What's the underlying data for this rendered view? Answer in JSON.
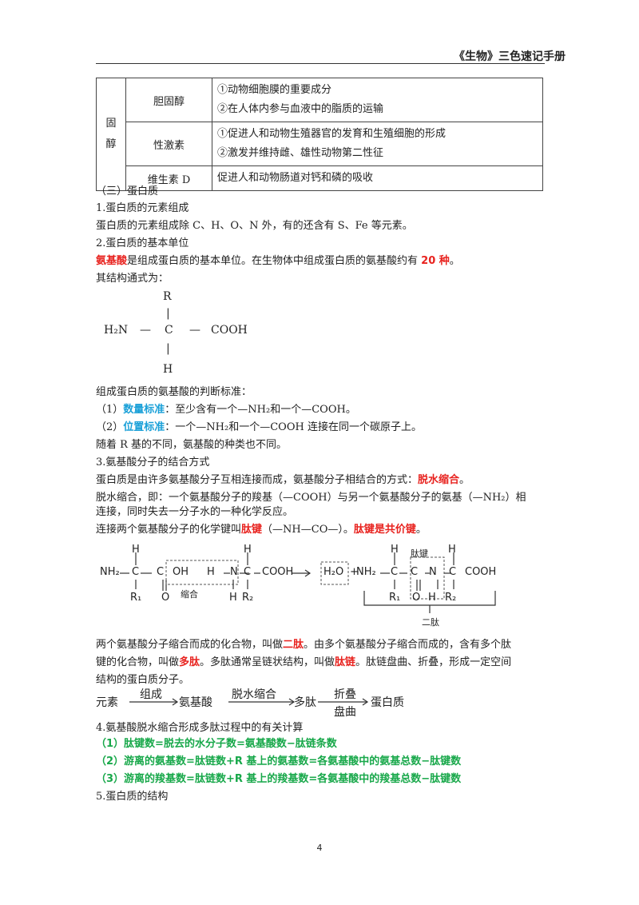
{
  "header": {
    "title": "《生物》三色速记手册"
  },
  "table": {
    "category": "固醇",
    "rows": [
      {
        "name": "胆固醇",
        "desc": [
          "①动物细胞膜的重要成分",
          "②在人体内参与血液中的脂质的运输"
        ]
      },
      {
        "name": "性激素",
        "desc": [
          "①促进人和动物生殖器官的发育和生殖细胞的形成",
          "②激发并维持雌、雄性动物第二性征"
        ]
      },
      {
        "name": "维生素 D",
        "desc": [
          "促进人和动物肠道对钙和磷的吸收"
        ]
      }
    ]
  },
  "text": {
    "s3": "（三）蛋白质",
    "h1": "1.蛋白质的元素组成",
    "p1": "蛋白质的元素组成除 C、H、O、N 外，有的还含有 S、Fe 等元素。",
    "h2": "2.蛋白质的基本单位",
    "p2a": "氨基酸",
    "p2b": "是组成蛋白质的基本单位。在生物体中组成蛋白质的氨基酸约有 ",
    "p2c": "20 种",
    "p2d": "。",
    "p3": "其结构通式为：",
    "p4": "组成蛋白质的氨基酸的判断标准：",
    "c1a": "（1）",
    "c1b": "数量标准",
    "c1c": "：至少含有一个—NH₂和一个—COOH。",
    "c2a": "（2）",
    "c2b": "位置标准",
    "c2c": "：一个—NH₂和一个—COOH 连接在同一个碳原子上。",
    "p5": "随着 R 基的不同，氨基酸的种类也不同。",
    "h3": "3.氨基酸分子的结合方式",
    "p6a": "蛋白质是由许多氨基酸分子互相连接而成，氨基酸分子相结合的方式：",
    "p6b": "脱水缩合",
    "p6c": "。",
    "p7": "脱水缩合，即：一个氨基酸分子的羧基（—COOH）与另一个氨基酸分子的氨基（—NH₂）相",
    "p8": "连接，同时失去一分子水的一种化学反应。",
    "p9a": "连接两个氨基酸分子的化学键叫",
    "p9b": "肽键",
    "p9c": "（—NH—CO—）。",
    "p9d": "肽键是共价键",
    "p9e": "。",
    "p10a": "两个氨基酸分子缩合而成的化合物，叫做",
    "p10b": "二肽",
    "p10c": "。由多个氨基酸分子缩合而成的，含有多个肽",
    "p11a": "键的化合物，叫做",
    "p11b": "多肽",
    "p11c": "。多肽通常呈链状结构，叫做",
    "p11d": "肽链",
    "p11e": "。肽链盘曲、折叠，形成一定空间",
    "p12": "结构的蛋白质分子。",
    "h4": "4.氨基酸脱水缩合形成多肽过程中的有关计算",
    "f1": "（1）肽键数=脱去的水分子数=氨基酸数−肽链条数",
    "f2": "（2）游离的氨基数=肽链数+R 基上的氨基数=各氨基酸中的氨基总数−肽键数",
    "f3": "（3）游离的羧基数=肽链数+R 基上的羧基数=各氨基酸中的羧基总数−肽键数",
    "h5": "5.蛋白质的结构"
  },
  "structure": {
    "r": "R",
    "bar": "|",
    "h2n": "H₂N",
    "dash": "—",
    "c": "C",
    "cooh": "COOH",
    "h": "H"
  },
  "reaction": {
    "h": "H",
    "nh2": "NH₂",
    "c": "C",
    "oh": "OH",
    "n": "N",
    "cooh": "COOH",
    "r1": "R₁",
    "r2": "R₂",
    "o": "O",
    "h2o": "H₂O",
    "plus": "+",
    "label_condense": "缩合",
    "label_bond": "肽键",
    "label_dipeptide": "二肽"
  },
  "flow": {
    "s1": "元素",
    "a1": "组成",
    "s2": "氨基酸",
    "a2": "脱水缩合",
    "s3": "多肽",
    "a3top": "折叠",
    "a3bot": "盘曲",
    "s4": "蛋白质"
  },
  "page": {
    "number": "4"
  }
}
